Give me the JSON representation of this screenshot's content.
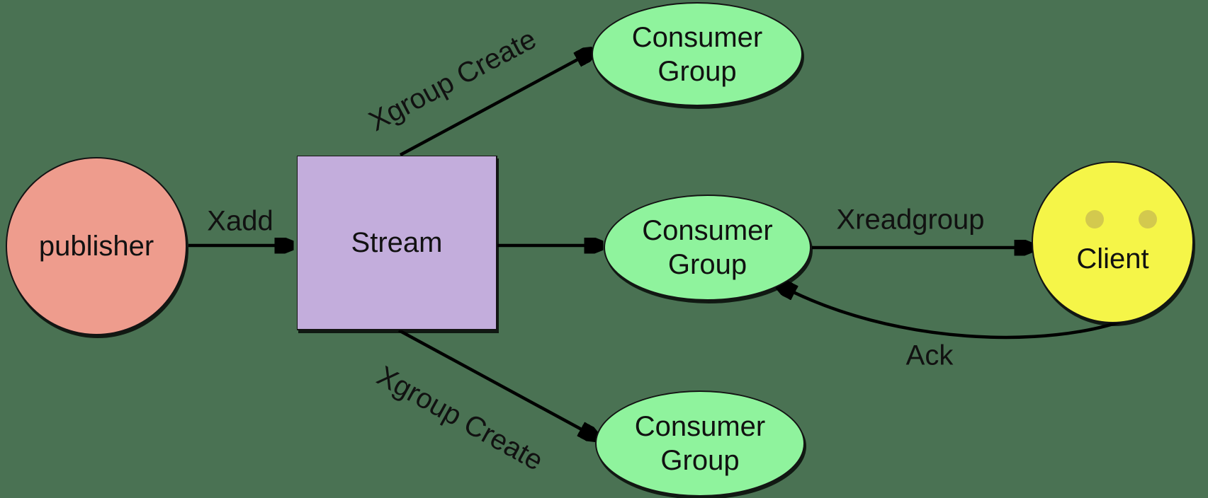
{
  "canvas": {
    "background_color": "#4a7253",
    "line_color": "#000000",
    "text_color": "#111111"
  },
  "nodes": {
    "publisher": {
      "label": "publisher",
      "shape": "circle",
      "fill": "#ee9c8d"
    },
    "stream": {
      "label": "Stream",
      "shape": "rectangle",
      "fill": "#c3addc"
    },
    "consumer_group_top": {
      "label": "Consumer Group",
      "shape": "ellipse",
      "fill": "#8ff39d"
    },
    "consumer_group_middle": {
      "label": "Consumer Group",
      "shape": "ellipse",
      "fill": "#8ff39d"
    },
    "consumer_group_bottom": {
      "label": "Consumer Group",
      "shape": "ellipse",
      "fill": "#8ff39d"
    },
    "client": {
      "label": "Client",
      "shape": "circle",
      "fill": "#f5f548",
      "eye_color": "#d3c94e"
    }
  },
  "edges": {
    "xadd": {
      "label": "Xadd",
      "from": "publisher",
      "to": "stream"
    },
    "xgroup_create_top": {
      "label": "Xgroup Create",
      "from": "stream",
      "to": "consumer_group_top"
    },
    "stream_to_middle_group": {
      "label": "",
      "from": "stream",
      "to": "consumer_group_middle"
    },
    "xgroup_create_bottom": {
      "label": "Xgroup Create",
      "from": "stream",
      "to": "consumer_group_bottom"
    },
    "xreadgroup": {
      "label": "Xreadgroup",
      "from": "consumer_group_middle",
      "to": "client"
    },
    "ack": {
      "label": "Ack",
      "from": "client",
      "to": "consumer_group_middle"
    }
  }
}
